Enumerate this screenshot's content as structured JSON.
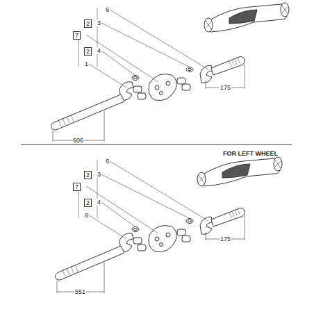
{
  "diagram": {
    "labels": [
      "6",
      "2",
      "3",
      "7",
      "2",
      "4",
      "1",
      "175",
      "606",
      "FOR LEFT WHEEL",
      "6",
      "2",
      "3",
      "7",
      "2",
      "4",
      "8",
      "175",
      "551"
    ]
  }
}
